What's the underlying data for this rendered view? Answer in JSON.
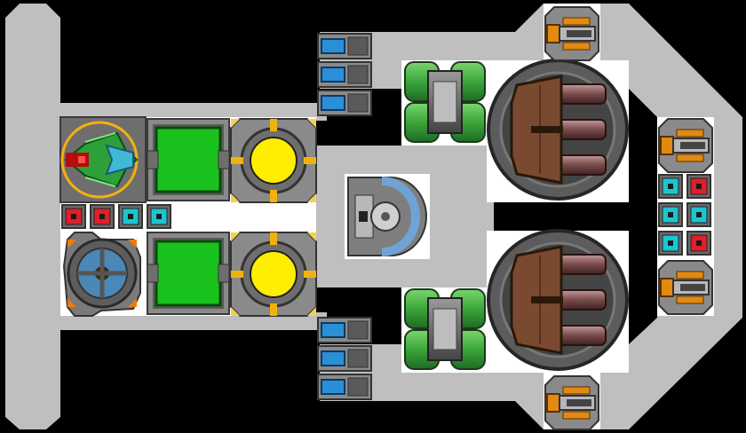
{
  "game": {
    "view": "ship-builder",
    "hull_color": "#bfbfbf",
    "floor_color": "#ffffff",
    "background_color": "#000000",
    "components": {
      "fighter_bay": {
        "icon": "fighter-ship-icon",
        "accent": "#f2b10d"
      },
      "green_modules": {
        "icon": "green-panel-icon",
        "color": "#19c21c"
      },
      "reactors": {
        "icon": "yellow-reactor-icon",
        "color": "#ffee00"
      },
      "shield_generator": {
        "icon": "shield-generator-icon"
      },
      "bridge": {
        "icon": "cockpit-icon",
        "accent": "#6fa3d6"
      },
      "engines": {
        "icon": "green-engine-icon",
        "color": "#3a9a3a"
      },
      "main_turrets": {
        "icon": "triple-barrel-turret-icon",
        "color": "#7a4a30"
      },
      "small_guns": {
        "icon": "orange-gun-icon",
        "color": "#e08a12"
      },
      "batteries": {
        "icon": "blue-battery-icon",
        "color": "#2b8fd8"
      },
      "indicator_chips": [
        {
          "state": "red",
          "color": "#e01f2a"
        },
        {
          "state": "red",
          "color": "#e01f2a"
        },
        {
          "state": "cyan",
          "color": "#19c6d1"
        },
        {
          "state": "cyan",
          "color": "#19c6d1"
        }
      ],
      "side_chips": [
        {
          "state": "cyan",
          "color": "#19c6d1"
        },
        {
          "state": "red",
          "color": "#e01f2a"
        },
        {
          "state": "cyan",
          "color": "#19c6d1"
        },
        {
          "state": "cyan",
          "color": "#19c6d1"
        },
        {
          "state": "cyan",
          "color": "#19c6d1"
        },
        {
          "state": "red",
          "color": "#e01f2a"
        }
      ]
    }
  }
}
